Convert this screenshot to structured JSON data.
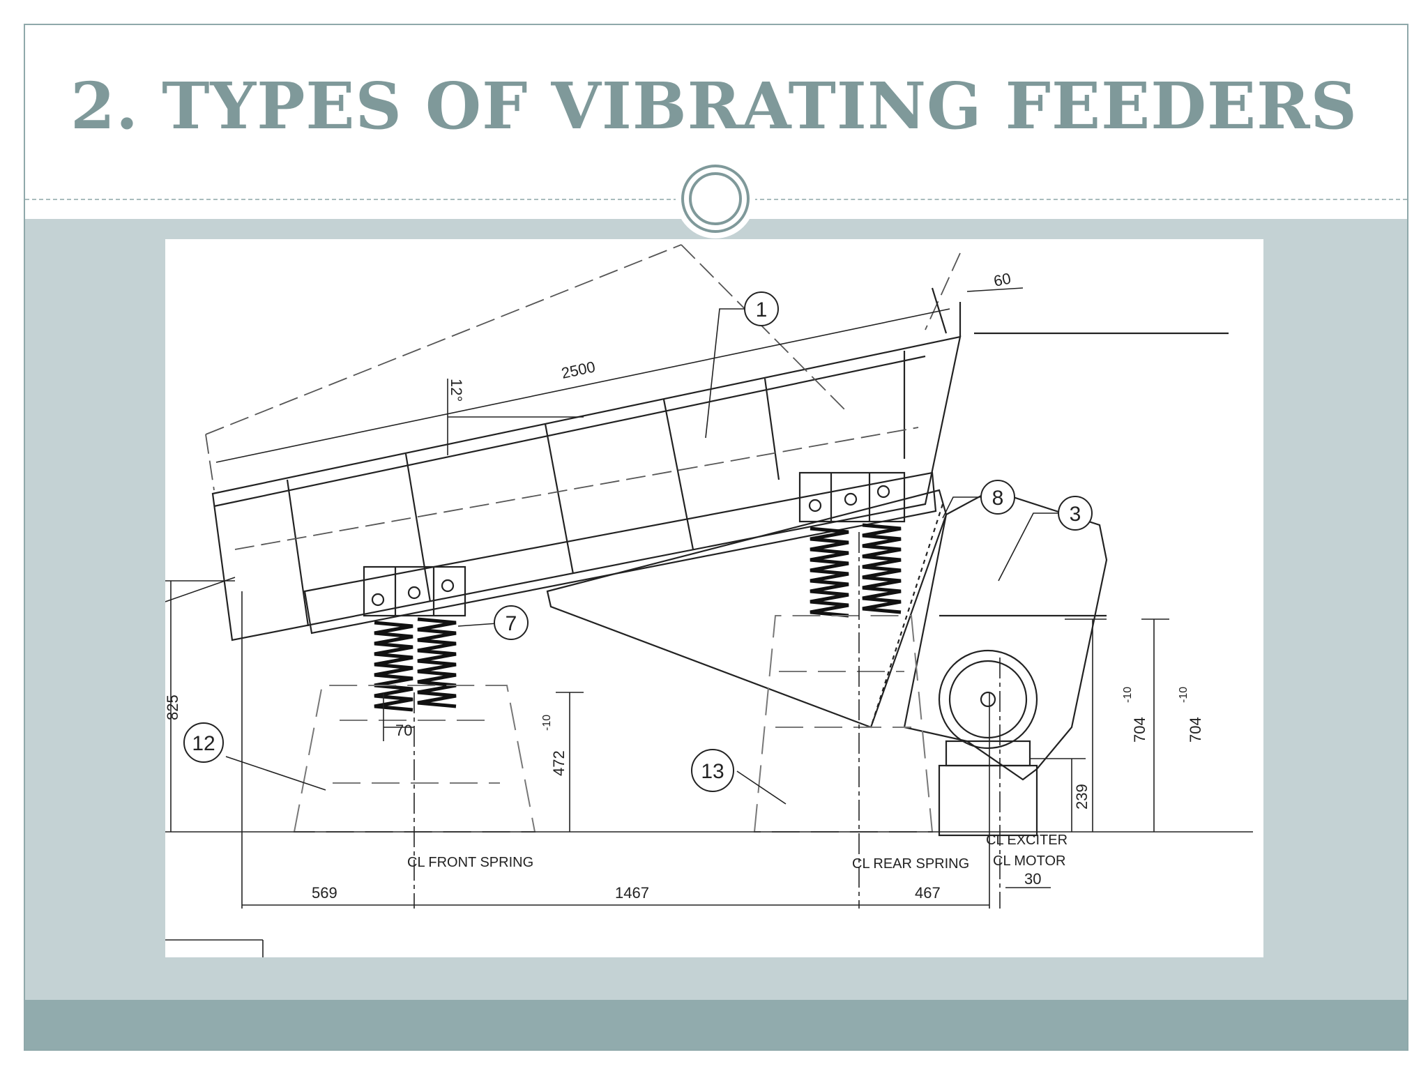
{
  "slide": {
    "title": "2. TYPES OF VIBRATING FEEDERS"
  },
  "colors": {
    "title": "#7f999a",
    "band": "#c4d2d4",
    "footer": "#91abad",
    "border": "#8fa8aa"
  },
  "drawing": {
    "callouts": [
      "1",
      "8",
      "3",
      "7",
      "12",
      "13"
    ],
    "dimensions": {
      "tray_length": "2500",
      "angle": "12°",
      "offset_top": "60",
      "front_spring_height": "472",
      "front_spring_tol": "-10",
      "motor_height": "239",
      "exciter_height_a": "704",
      "exciter_height_b": "704",
      "exciter_tol": "-10",
      "spring_offset": "70",
      "left_height": "825",
      "bottom_569": "569",
      "bottom_1467": "1467",
      "bottom_467": "467",
      "bottom_30": "30"
    },
    "centerlines": {
      "front_spring": "CL FRONT SPRING",
      "rear_spring": "CL REAR SPRING",
      "exciter": "CL EXCITER",
      "motor": "CL MOTOR"
    }
  }
}
